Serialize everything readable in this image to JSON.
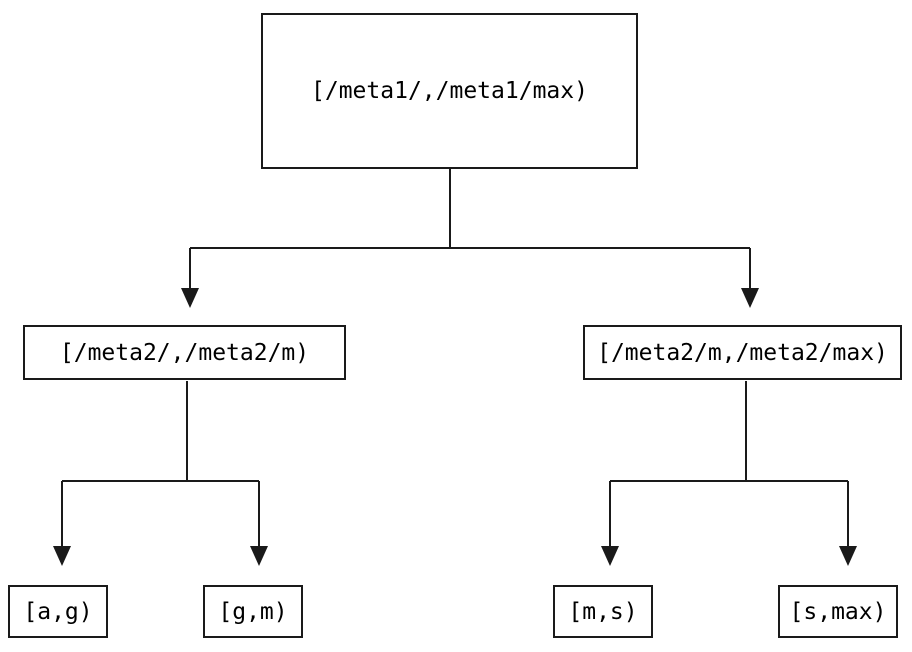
{
  "diagram": {
    "type": "tree",
    "nodes": [
      {
        "id": "root",
        "label": "[/meta1/,/meta1/max)"
      },
      {
        "id": "meta2-lo",
        "label": "[/meta2/,/meta2/m)"
      },
      {
        "id": "meta2-hi",
        "label": "[/meta2/m,/meta2/max)"
      },
      {
        "id": "leaf-ag",
        "label": "[a,g)"
      },
      {
        "id": "leaf-gm",
        "label": "[g,m)"
      },
      {
        "id": "leaf-ms",
        "label": "[m,s)"
      },
      {
        "id": "leaf-smax",
        "label": "[s,max)"
      }
    ],
    "edges": [
      {
        "from": "root",
        "to": "meta2-lo"
      },
      {
        "from": "root",
        "to": "meta2-hi"
      },
      {
        "from": "meta2-lo",
        "to": "leaf-ag"
      },
      {
        "from": "meta2-lo",
        "to": "leaf-gm"
      },
      {
        "from": "meta2-hi",
        "to": "leaf-ms"
      },
      {
        "from": "meta2-hi",
        "to": "leaf-smax"
      }
    ],
    "colors": {
      "line": "#1a1a1a",
      "box_border": "#1a1a1a",
      "text": "#000000",
      "background": "#ffffff"
    }
  }
}
